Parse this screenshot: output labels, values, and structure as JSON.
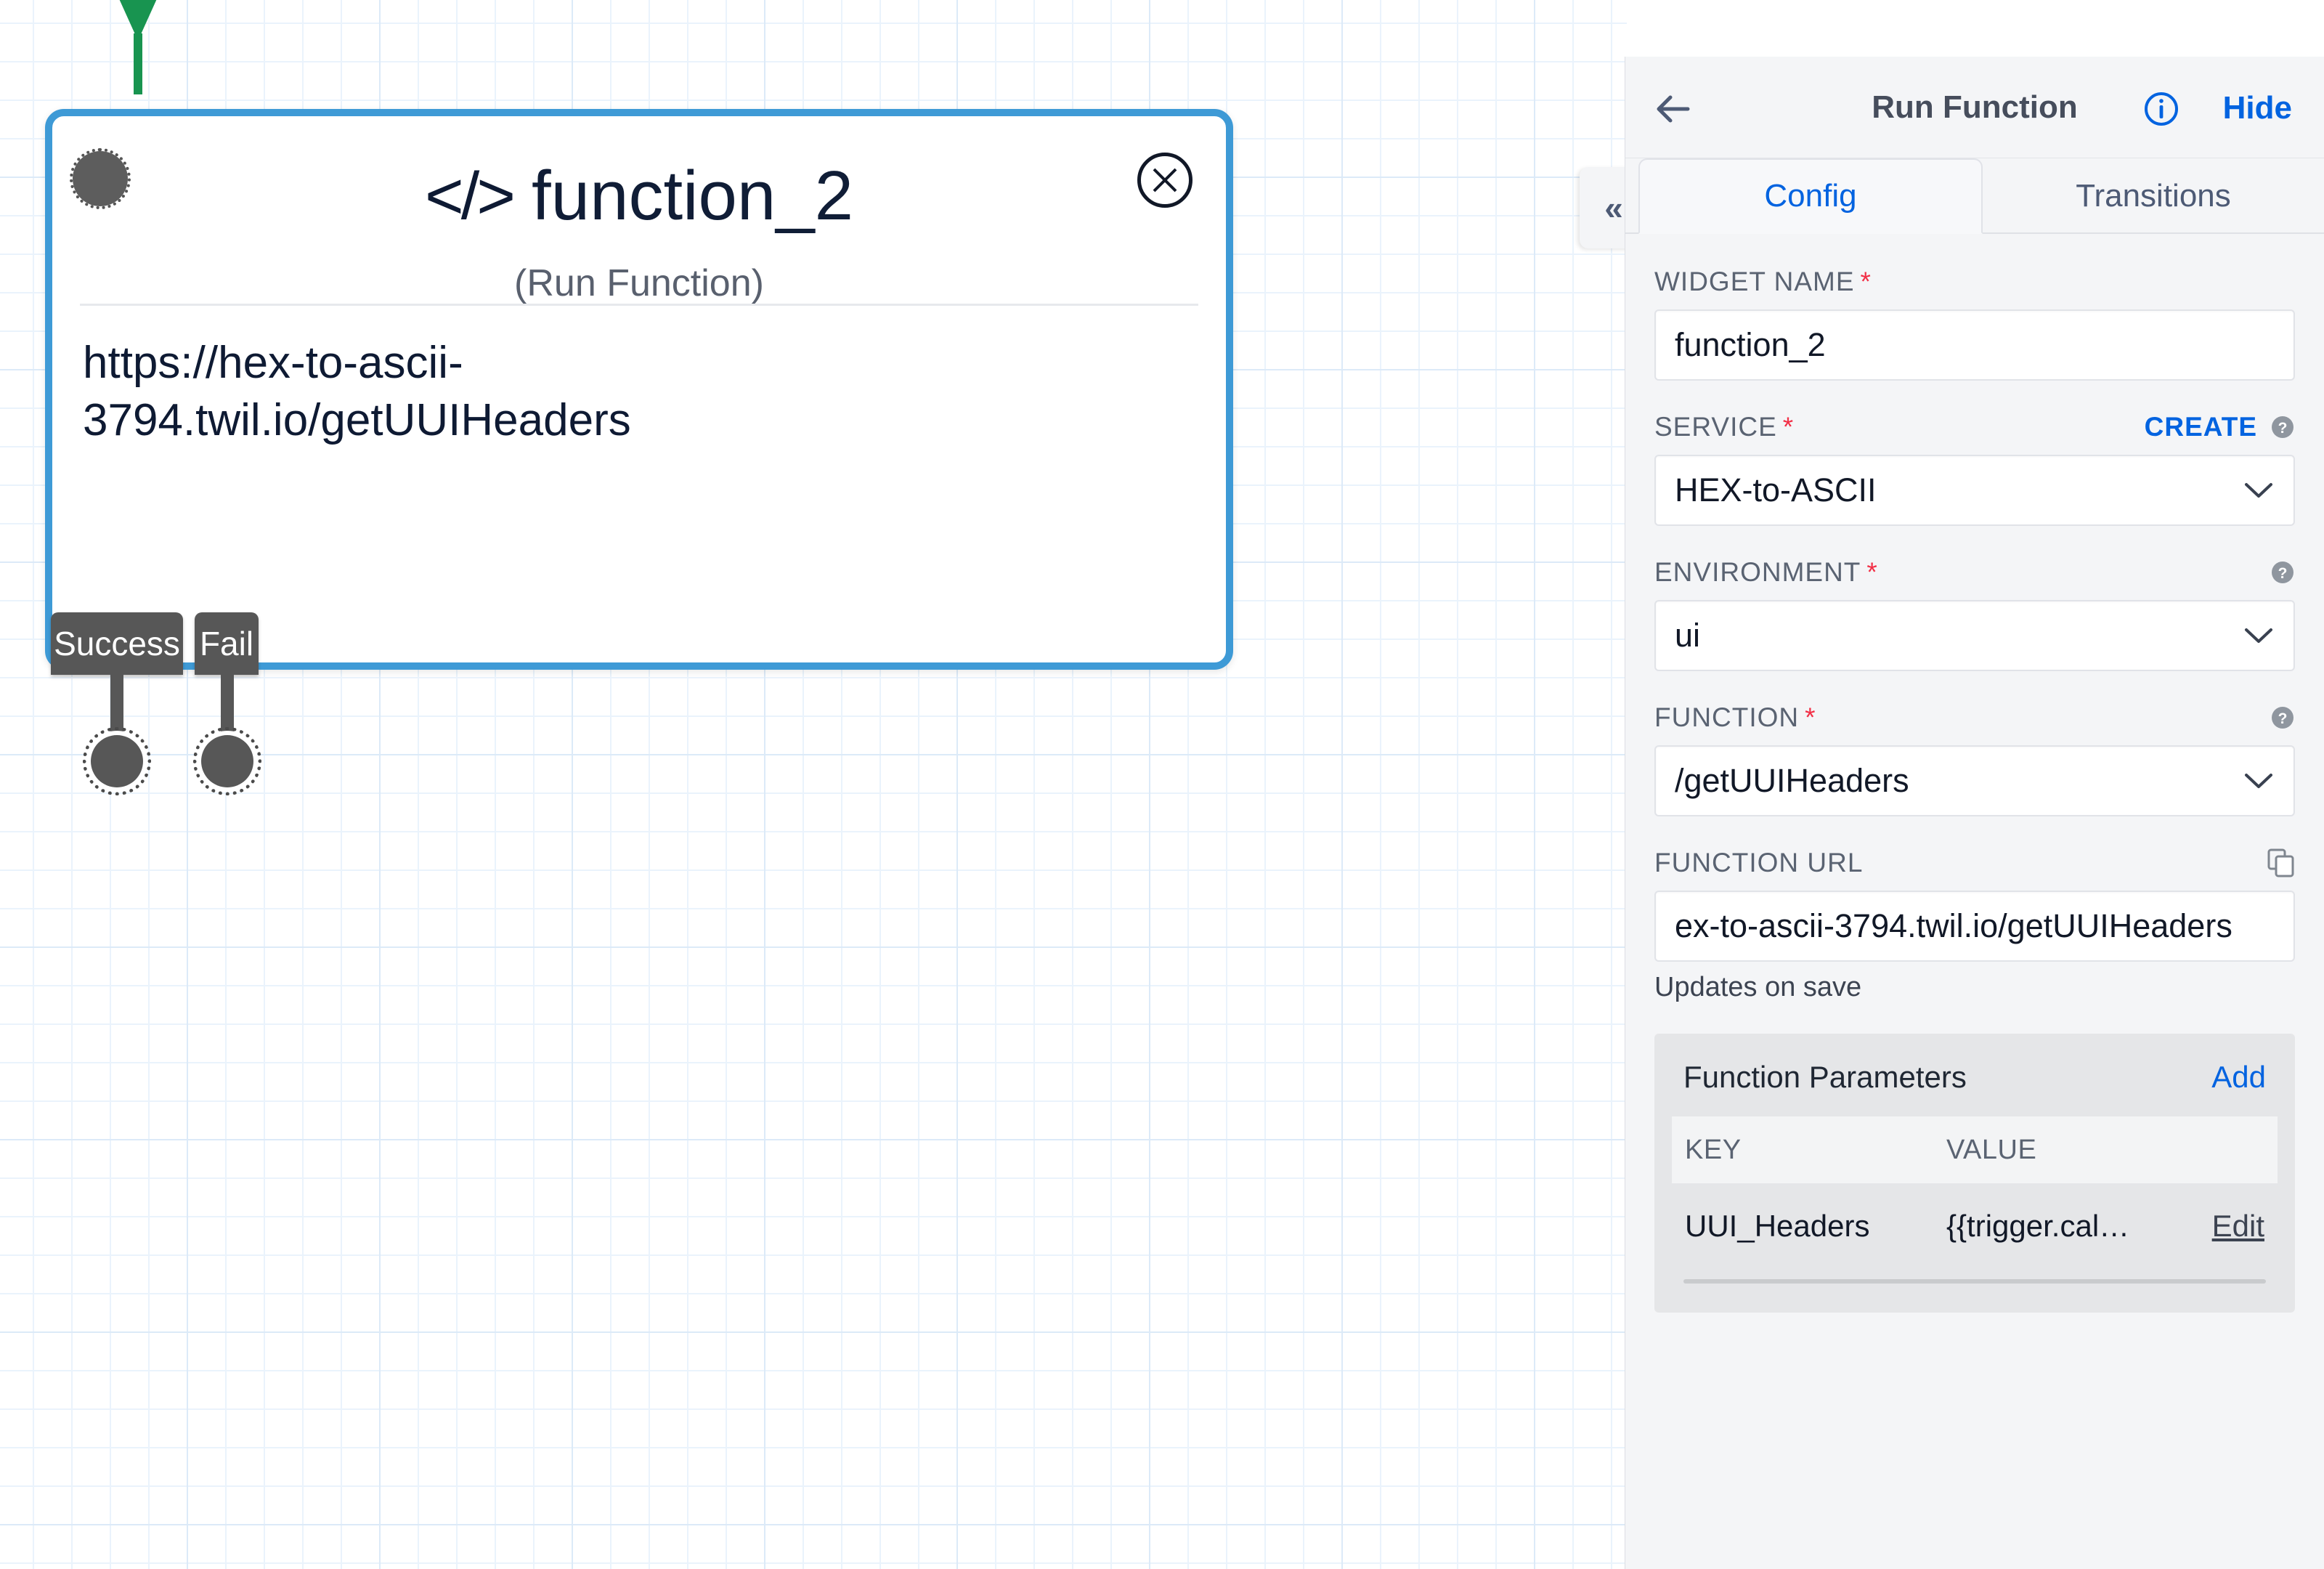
{
  "canvas": {
    "widget": {
      "code_icon": "</>",
      "title": "function_2",
      "subtitle": "(Run Function)",
      "url": "https://hex-to-ascii-3794.twil.io/getUUIHeaders",
      "close_label": "✕",
      "exits": [
        {
          "label": "Success"
        },
        {
          "label": "Fail"
        }
      ]
    },
    "collapse_tab_label": "«"
  },
  "panel": {
    "title": "Run Function",
    "hide_label": "Hide",
    "back_icon": "arrow-left-icon",
    "info_icon": "info-circle-icon",
    "tabs": [
      {
        "label": "Config",
        "active": true
      },
      {
        "label": "Transitions",
        "active": false
      }
    ],
    "fields": {
      "widget_name": {
        "label": "WIDGET NAME",
        "required": "*",
        "value": "function_2"
      },
      "service": {
        "label": "SERVICE",
        "required": "*",
        "create_label": "CREATE",
        "value": "HEX-to-ASCII"
      },
      "environment": {
        "label": "ENVIRONMENT",
        "required": "*",
        "value": "ui"
      },
      "function": {
        "label": "FUNCTION",
        "required": "*",
        "value": "/getUUIHeaders"
      },
      "function_url": {
        "label": "FUNCTION URL",
        "value": "ex-to-ascii-3794.twil.io/getUUIHeaders",
        "helper": "Updates on save"
      }
    },
    "parameters": {
      "title": "Function Parameters",
      "add_label": "Add",
      "columns": [
        "KEY",
        "VALUE"
      ],
      "rows": [
        {
          "key": "UUI_Headers",
          "value": "{{trigger.cal…",
          "action": "Edit"
        }
      ]
    }
  },
  "colors": {
    "accent_blue": "#0263e0",
    "node_border_blue": "#3e9ad6",
    "connector_green": "#189450",
    "required_red": "#f22f46",
    "exit_gray": "#575757"
  }
}
